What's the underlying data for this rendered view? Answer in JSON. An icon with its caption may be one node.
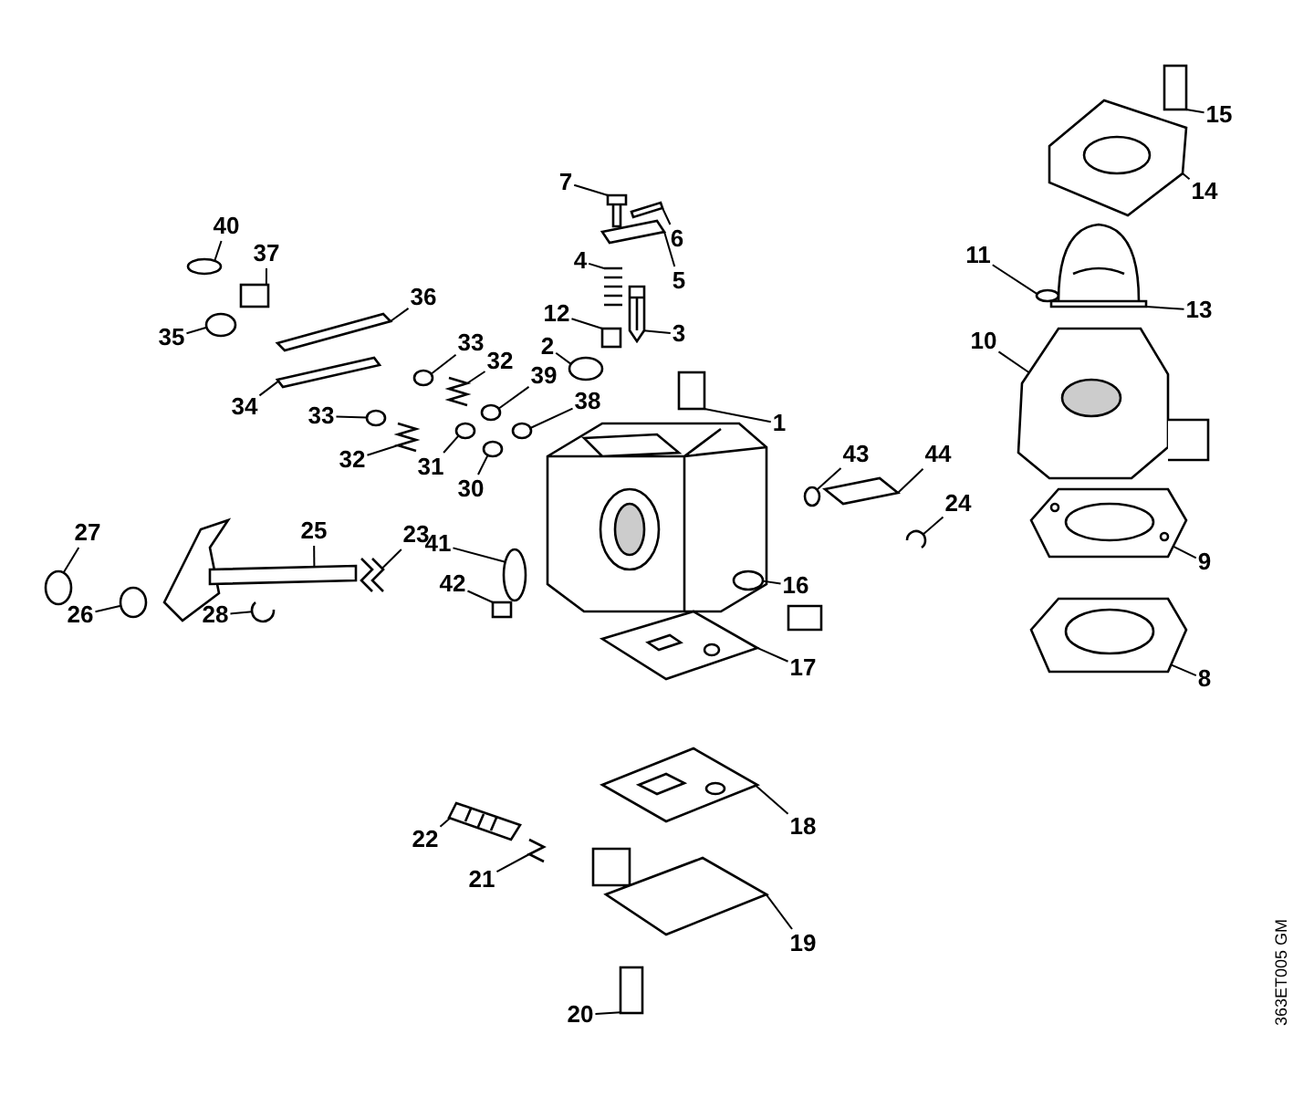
{
  "diagram": {
    "nodes": [
      {
        "text": [
          "15"
        ]
      },
      {
        "text": [
          "14"
        ]
      },
      {
        "text": [
          "7"
        ]
      },
      {
        "text": [
          "40"
        ]
      },
      {
        "text": [
          "6"
        ]
      },
      {
        "text": [
          "37"
        ]
      },
      {
        "text": [
          "11"
        ]
      },
      {
        "text": [
          "4"
        ]
      },
      {
        "text": [
          "5"
        ]
      },
      {
        "text": [
          "13"
        ]
      },
      {
        "text": [
          "36"
        ]
      },
      {
        "text": [
          "12"
        ]
      },
      {
        "text": [
          "3"
        ]
      },
      {
        "text": [
          "35"
        ]
      },
      {
        "text": [
          "10"
        ]
      },
      {
        "text": [
          "33"
        ]
      },
      {
        "text": [
          "2"
        ]
      },
      {
        "text": [
          "32"
        ]
      },
      {
        "text": [
          "39"
        ]
      },
      {
        "text": [
          "34"
        ]
      },
      {
        "text": [
          "38"
        ]
      },
      {
        "text": [
          "1"
        ]
      },
      {
        "text": [
          "33"
        ]
      },
      {
        "text": [
          "32"
        ]
      },
      {
        "text": [
          "43"
        ]
      },
      {
        "text": [
          "44"
        ]
      },
      {
        "text": [
          "31"
        ]
      },
      {
        "text": [
          "30"
        ]
      },
      {
        "text": [
          "24"
        ]
      },
      {
        "text": [
          "27"
        ]
      },
      {
        "text": [
          "25"
        ]
      },
      {
        "text": [
          "23"
        ]
      },
      {
        "text": [
          "41"
        ]
      },
      {
        "text": [
          "9"
        ]
      },
      {
        "text": [
          "42"
        ]
      },
      {
        "text": [
          "26"
        ]
      },
      {
        "text": [
          "16"
        ]
      },
      {
        "text": [
          "28"
        ]
      },
      {
        "text": [
          "17"
        ]
      },
      {
        "text": [
          "8"
        ]
      },
      {
        "text": [
          "18"
        ]
      },
      {
        "text": [
          "22"
        ]
      },
      {
        "text": [
          "21"
        ]
      },
      {
        "text": [
          "19"
        ]
      },
      {
        "text": [
          "20"
        ]
      },
      {
        "text": [],
        "shape": "box"
      },
      {
        "text": [],
        "shape": "picture"
      },
      {
        "text": [],
        "shape": "picture"
      },
      {
        "text": [],
        "shape": "circle"
      },
      {
        "text": [],
        "shape": "bar"
      },
      {
        "text": [],
        "shape": "box"
      },
      {
        "text": [],
        "shape": "circle"
      },
      {
        "text": [],
        "shape": "picture"
      },
      {
        "text": [],
        "shape": "bar"
      },
      {
        "text": [],
        "shape": "picture"
      },
      {
        "text": [],
        "shape": "bar"
      },
      {
        "text": [],
        "shape": "box"
      },
      {
        "text": [],
        "shape": "picture"
      },
      {
        "text": [],
        "shape": "circle"
      },
      {
        "text": [],
        "shape": "picture"
      },
      {
        "text": [],
        "shape": "circle"
      },
      {
        "text": [],
        "shape": "circle"
      },
      {
        "text": [],
        "shape": "picture"
      },
      {
        "text": [],
        "shape": "circle"
      },
      {
        "text": [],
        "shape": "bar"
      },
      {
        "text": [],
        "shape": "circle"
      },
      {
        "text": [],
        "shape": "box"
      },
      {
        "text": [],
        "shape": "circle"
      },
      {
        "text": [],
        "shape": "picture"
      },
      {
        "text": [],
        "shape": "circle"
      },
      {
        "text": [],
        "shape": "bar"
      },
      {
        "text": [],
        "shape": "circle"
      },
      {
        "text": [],
        "shape": "circle"
      },
      {
        "text": [],
        "shape": "picture"
      },
      {
        "text": [],
        "shape": "circle"
      },
      {
        "text": [],
        "shape": "bar"
      },
      {
        "text": [],
        "shape": "picture"
      },
      {
        "text": [],
        "shape": "circle"
      },
      {
        "text": [],
        "shape": "picture"
      },
      {
        "text": [],
        "shape": "box"
      },
      {
        "text": [],
        "shape": "circle"
      },
      {
        "text": [],
        "shape": "circle"
      },
      {
        "text": [],
        "shape": "picture"
      },
      {
        "text": [],
        "shape": "picture"
      },
      {
        "text": [],
        "shape": "picture"
      },
      {
        "text": [],
        "shape": "picture"
      },
      {
        "text": [],
        "shape": "picture"
      },
      {
        "text": [],
        "shape": "picture"
      },
      {
        "text": [],
        "shape": "picture"
      },
      {
        "text": [],
        "shape": "box"
      }
    ],
    "edges": [
      {
        "from": 0,
        "to": 45,
        "arrow": "none"
      },
      {
        "from": 1,
        "to": 46,
        "arrow": "none"
      },
      {
        "from": 2,
        "to": 47,
        "arrow": "none"
      },
      {
        "from": 3,
        "to": 48,
        "arrow": "none"
      },
      {
        "from": 4,
        "to": 49,
        "arrow": "none"
      },
      {
        "from": 5,
        "to": 50,
        "arrow": "none"
      },
      {
        "from": 6,
        "to": 51,
        "arrow": "none"
      },
      {
        "from": 7,
        "to": 52,
        "arrow": "none"
      },
      {
        "from": 8,
        "to": 53,
        "arrow": "none"
      },
      {
        "from": 9,
        "to": 54,
        "arrow": "none"
      },
      {
        "from": 10,
        "to": 55,
        "arrow": "none"
      },
      {
        "from": 11,
        "to": 56,
        "arrow": "none"
      },
      {
        "from": 12,
        "to": 57,
        "arrow": "none"
      },
      {
        "from": 13,
        "to": 58,
        "arrow": "none"
      },
      {
        "from": 14,
        "to": 59,
        "arrow": "none"
      },
      {
        "from": 15,
        "to": 60,
        "arrow": "none"
      },
      {
        "from": 16,
        "to": 61,
        "arrow": "none"
      },
      {
        "from": 17,
        "to": 62,
        "arrow": "none"
      },
      {
        "from": 18,
        "to": 63,
        "arrow": "none"
      },
      {
        "from": 19,
        "to": 64,
        "arrow": "none"
      },
      {
        "from": 20,
        "to": 65,
        "arrow": "none"
      },
      {
        "from": 21,
        "to": 66,
        "arrow": "none"
      },
      {
        "from": 22,
        "to": 67,
        "arrow": "none"
      },
      {
        "from": 23,
        "to": 68,
        "arrow": "none"
      },
      {
        "from": 24,
        "to": 69,
        "arrow": "none"
      },
      {
        "from": 25,
        "to": 70,
        "arrow": "none"
      },
      {
        "from": 26,
        "to": 71,
        "arrow": "none"
      },
      {
        "from": 27,
        "to": 72,
        "arrow": "none"
      },
      {
        "from": 28,
        "to": 73,
        "arrow": "none"
      },
      {
        "from": 29,
        "to": 74,
        "arrow": "none"
      },
      {
        "from": 30,
        "to": 75,
        "arrow": "none"
      },
      {
        "from": 31,
        "to": 76,
        "arrow": "none"
      },
      {
        "from": 32,
        "to": 77,
        "arrow": "none"
      },
      {
        "from": 33,
        "to": 78,
        "arrow": "none"
      },
      {
        "from": 34,
        "to": 79,
        "arrow": "none"
      },
      {
        "from": 35,
        "to": 80,
        "arrow": "none"
      },
      {
        "from": 36,
        "to": 81,
        "arrow": "none"
      },
      {
        "from": 37,
        "to": 82,
        "arrow": "none"
      },
      {
        "from": 38,
        "to": 83,
        "arrow": "none"
      },
      {
        "from": 39,
        "to": 84,
        "arrow": "none"
      },
      {
        "from": 40,
        "to": 85,
        "arrow": "none"
      },
      {
        "from": 41,
        "to": 86,
        "arrow": "none"
      },
      {
        "from": 42,
        "to": 87,
        "arrow": "none"
      },
      {
        "from": 43,
        "to": 88,
        "arrow": "none"
      },
      {
        "from": 44,
        "to": 89,
        "arrow": "none"
      }
    ],
    "labels": [
      "363ET005 GM"
    ]
  }
}
